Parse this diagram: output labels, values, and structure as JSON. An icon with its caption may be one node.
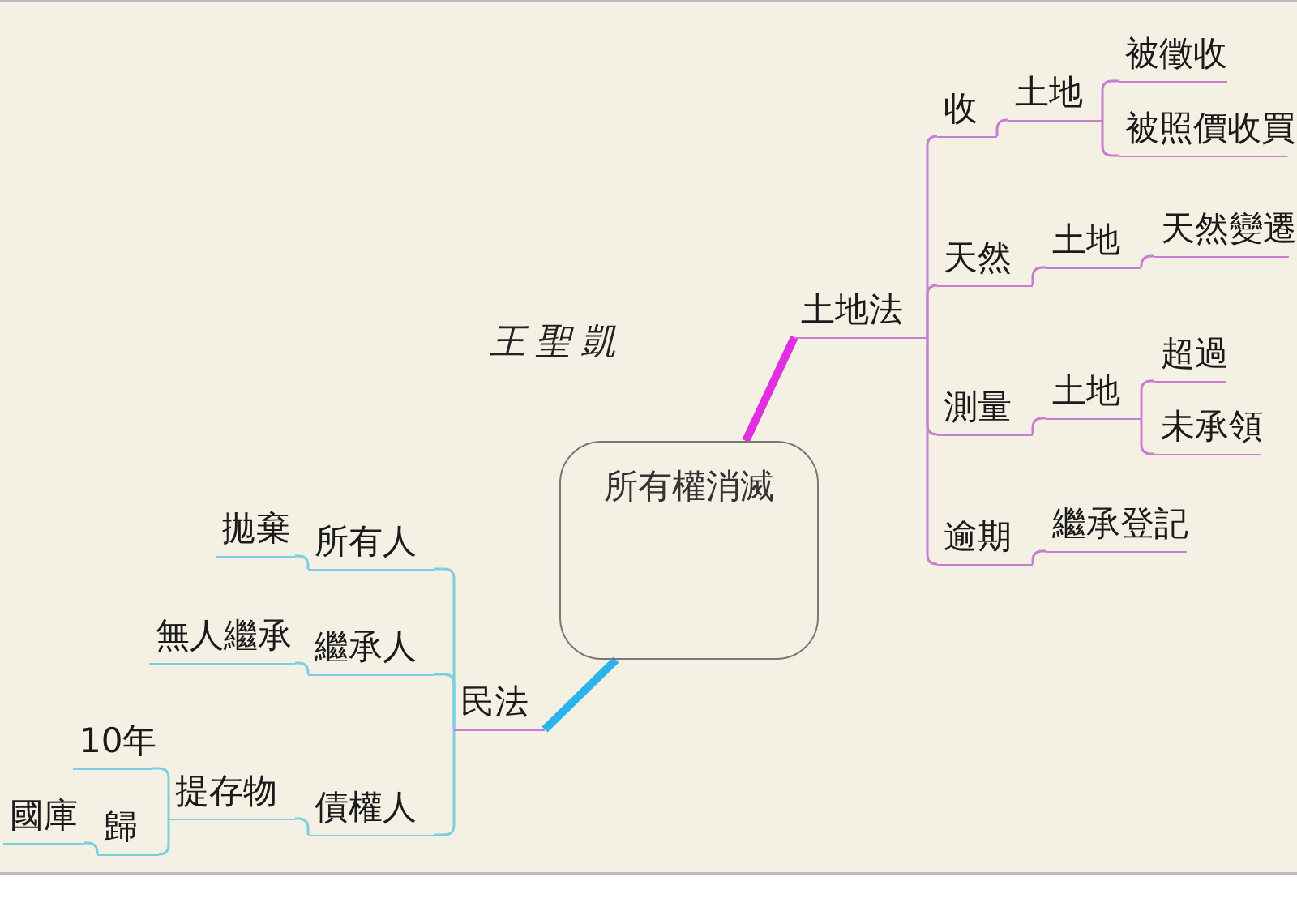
{
  "diagram": {
    "nodes": [
      {
        "text": [
          "所有權消滅"
        ]
      },
      {
        "text": [
          "土地法"
        ]
      },
      {
        "text": [
          "收"
        ]
      },
      {
        "text": [
          "土地"
        ]
      },
      {
        "text": [
          "被徵收"
        ]
      },
      {
        "text": [
          "被照價收買"
        ]
      },
      {
        "text": [
          "天然"
        ]
      },
      {
        "text": [
          "土地"
        ]
      },
      {
        "text": [
          "天然變遷"
        ]
      },
      {
        "text": [
          "測量"
        ]
      },
      {
        "text": [
          "土地"
        ]
      },
      {
        "text": [
          "超過"
        ]
      },
      {
        "text": [
          "未承領"
        ]
      },
      {
        "text": [
          "逾期"
        ]
      },
      {
        "text": [
          "繼承登記"
        ]
      },
      {
        "text": [
          "民法"
        ]
      },
      {
        "text": [
          "所有人"
        ]
      },
      {
        "text": [
          "拋棄"
        ]
      },
      {
        "text": [
          "繼承人"
        ]
      },
      {
        "text": [
          "無人繼承"
        ]
      },
      {
        "text": [
          "債權人"
        ]
      },
      {
        "text": [
          "提存物"
        ]
      },
      {
        "text": [
          "10年"
        ]
      },
      {
        "text": [
          "歸"
        ]
      },
      {
        "text": [
          "國庫"
        ]
      }
    ],
    "edges": [
      {
        "from": 0,
        "to": 1,
        "arrow": "none",
        "style": "thick",
        "color": "#e02ee0"
      },
      {
        "from": 1,
        "to": 2,
        "arrow": "none"
      },
      {
        "from": 2,
        "to": 3,
        "arrow": "none"
      },
      {
        "from": 3,
        "to": 4,
        "arrow": "none"
      },
      {
        "from": 3,
        "to": 5,
        "arrow": "none"
      },
      {
        "from": 1,
        "to": 6,
        "arrow": "none"
      },
      {
        "from": 6,
        "to": 7,
        "arrow": "none"
      },
      {
        "from": 7,
        "to": 8,
        "arrow": "none"
      },
      {
        "from": 1,
        "to": 9,
        "arrow": "none"
      },
      {
        "from": 9,
        "to": 10,
        "arrow": "none"
      },
      {
        "from": 10,
        "to": 11,
        "arrow": "none"
      },
      {
        "from": 10,
        "to": 12,
        "arrow": "none"
      },
      {
        "from": 1,
        "to": 13,
        "arrow": "none"
      },
      {
        "from": 13,
        "to": 14,
        "arrow": "none"
      },
      {
        "from": 0,
        "to": 15,
        "arrow": "none",
        "style": "thick",
        "color": "#2ab4ec"
      },
      {
        "from": 15,
        "to": 16,
        "arrow": "none",
        "color": "#7ccfe0"
      },
      {
        "from": 16,
        "to": 17,
        "arrow": "none",
        "color": "#7ccfe0"
      },
      {
        "from": 15,
        "to": 18,
        "arrow": "none",
        "color": "#7ccfe0"
      },
      {
        "from": 18,
        "to": 19,
        "arrow": "none",
        "color": "#7ccfe0"
      },
      {
        "from": 15,
        "to": 20,
        "arrow": "none",
        "color": "#7ccfe0"
      },
      {
        "from": 20,
        "to": 21,
        "arrow": "none",
        "color": "#7ccfe0"
      },
      {
        "from": 21,
        "to": 22,
        "arrow": "none",
        "color": "#7ccfe0"
      },
      {
        "from": 21,
        "to": 23,
        "arrow": "none",
        "color": "#7ccfe0"
      },
      {
        "from": 23,
        "to": 24,
        "arrow": "none",
        "color": "#7ccfe0"
      }
    ],
    "labels": [
      "王聖凱"
    ]
  }
}
